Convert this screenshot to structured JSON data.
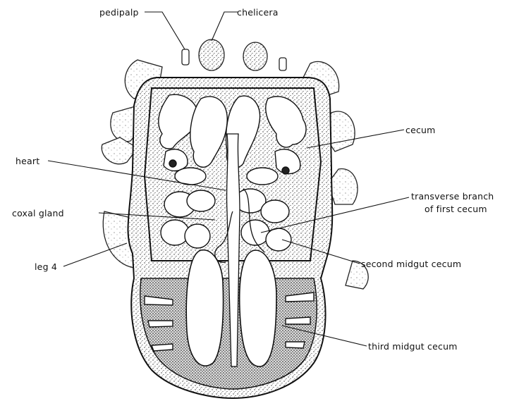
{
  "diagram": {
    "labels": {
      "pedipalp": "pedipalp",
      "chelicera": "chelicera",
      "cecum": "cecum",
      "heart": "heart",
      "transverse_1": "transverse branch",
      "transverse_2": "of first cecum",
      "coxal_gland": "coxal gland",
      "leg4": "leg 4",
      "second_midgut": "second midgut cecum",
      "third_midgut": "third midgut cecum"
    }
  }
}
